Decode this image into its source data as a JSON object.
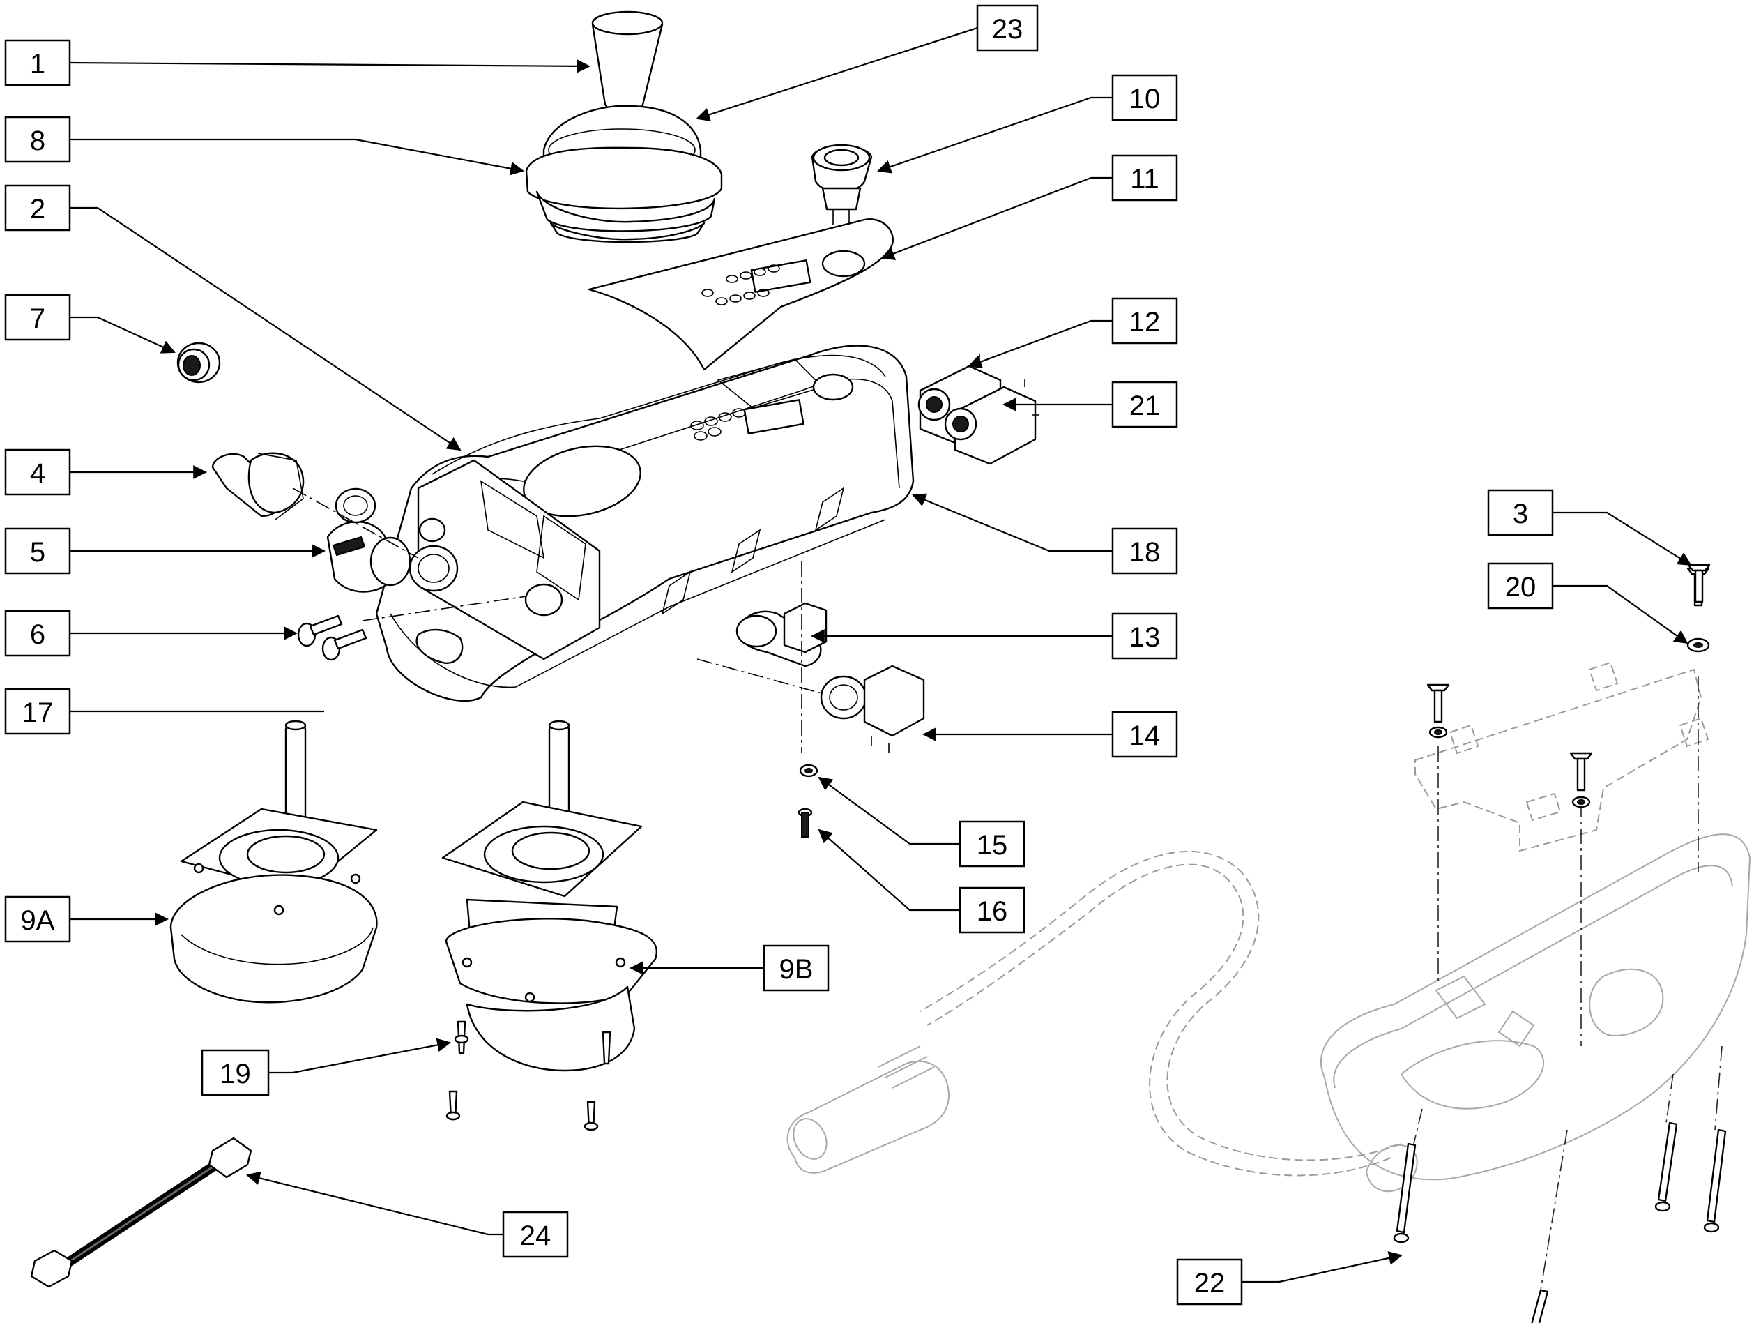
{
  "diagram": {
    "callouts": [
      {
        "id": "c-1",
        "label": "1"
      },
      {
        "id": "c-23",
        "label": "23"
      },
      {
        "id": "c-8",
        "label": "8"
      },
      {
        "id": "c-10",
        "label": "10"
      },
      {
        "id": "c-11",
        "label": "11"
      },
      {
        "id": "c-2",
        "label": "2"
      },
      {
        "id": "c-7",
        "label": "7"
      },
      {
        "id": "c-12",
        "label": "12"
      },
      {
        "id": "c-21",
        "label": "21"
      },
      {
        "id": "c-4",
        "label": "4"
      },
      {
        "id": "c-18",
        "label": "18"
      },
      {
        "id": "c-3",
        "label": "3"
      },
      {
        "id": "c-5",
        "label": "5"
      },
      {
        "id": "c-20",
        "label": "20"
      },
      {
        "id": "c-6",
        "label": "6"
      },
      {
        "id": "c-13",
        "label": "13"
      },
      {
        "id": "c-17",
        "label": "17"
      },
      {
        "id": "c-14",
        "label": "14"
      },
      {
        "id": "c-15",
        "label": "15"
      },
      {
        "id": "c-16",
        "label": "16"
      },
      {
        "id": "c-9A",
        "label": "9A"
      },
      {
        "id": "c-9B",
        "label": "9B"
      },
      {
        "id": "c-19",
        "label": "19"
      },
      {
        "id": "c-24",
        "label": "24"
      },
      {
        "id": "c-22",
        "label": "22"
      }
    ]
  }
}
